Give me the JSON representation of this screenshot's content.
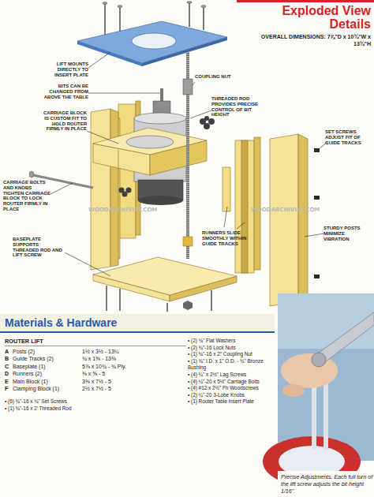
{
  "diagram": {
    "title": "Exploded View Details",
    "nodes": [
      {
        "text": [
          "Materials & Hardware"
        ]
      },
      {
        "text": [
          "Precise Adjustments. Each full turn of the lift screw adjusts the bit height 1/16\"."
        ]
      }
    ],
    "labels": [
      "OVERALL DIMENSIONS: 7⅞\"D x 10¾\"W x 13¾\"H",
      "LIFT MOUNTS DIRECTLY TO INSERT PLATE",
      "COUPLING NUT",
      "BITS CAN BE CHANGED FROM ABOVE THE TABLE",
      "THREADED ROD PROVIDES PRECISE CONTROL OF BIT HEIGHT",
      "CARRIAGE BLOCK IS CUSTOM FIT TO HOLD ROUTER FIRMLY IN PLACE",
      "SET SCREWS ADJUST FIT OF GUIDE TRACKS",
      "CARRIAGE BOLTS AND KNOBS TIGHTEN CARRIAGE BLOCK TO LOCK ROUTER FIRMLY IN PLACE",
      "RUNNERS SLIDE SMOOTHLY WITHIN GUIDE TRACKS",
      "STURDY POSTS MINIMIZE VIBRATION",
      "BASEPLATE SUPPORTS THREADED ROD AND LIFT SCREW",
      "WOODARCHIVIST.COM",
      "WOODARCHIVIST.COM",
      "ROUTER LIFT",
      "A",
      "Posts (2)",
      "1½ x 3½ - 13¼",
      "B",
      "Guide Tracks (2)",
      "¾ x 1⅝ - 13⅜",
      "C",
      "Baseplate (1)",
      "5⅞ x 10¾ - ¾ Ply.",
      "D",
      "Runners (2)",
      "⅜ x ⅝ - 5",
      "E",
      "Main Block (1)",
      "3⅜ x 7½ - 5",
      "F",
      "Clamping Block (1)",
      "2½ x 7½ - 5",
      "• (6) ¾\"-16 x ¾\" Set Screws",
      "• (1) ¾\"-16 x 2' Threaded Rod",
      "• (2) ¾\" Flat Washers",
      "• (2) ¾\"-16 Lock Nuts",
      "• (1) ¾\"-16 x 2\" Coupling Nut",
      "• (1) ¾\" I.D. x 1\" O.D. - ¾\" Bronze Bushing",
      "• (4) ¼\" x 2½\" Lag Screws",
      "• (4) ¼\"-20 x 5½\" Carriage Bolts",
      "• (4) #12 x 2½\" Fh Woodscrews",
      "• (2) ¼\"-20 3-Lobe Knobs",
      "• (1) Router Table Insert Plate"
    ]
  }
}
